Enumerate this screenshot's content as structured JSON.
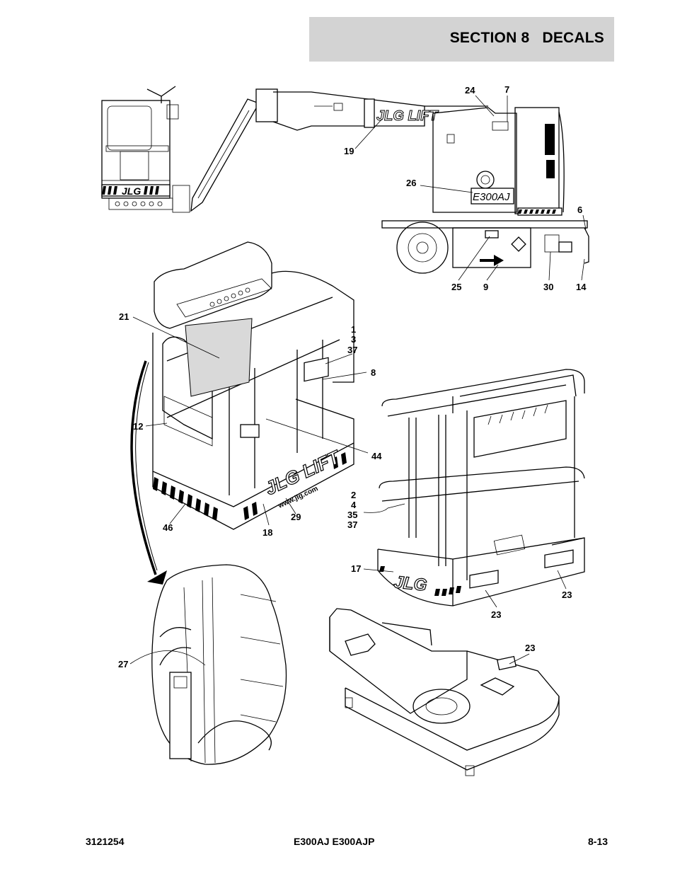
{
  "header": {
    "title": "SECTION 8   DECALS"
  },
  "brand": {
    "logo_text": "JLG LIFT",
    "logo_short": "JLG",
    "model_decal": "E300AJ",
    "web": "www.jlg.com"
  },
  "callouts": {
    "c24": "24",
    "c7": "7",
    "c19": "19",
    "c26": "26",
    "c6": "6",
    "c25": "25",
    "c9": "9",
    "c30": "30",
    "c14": "14",
    "c21": "21",
    "c1": "1",
    "c3": "3",
    "c37a": "37",
    "c8": "8",
    "c12": "12",
    "c44": "44",
    "c46": "46",
    "c18": "18",
    "c29": "29",
    "c2": "2",
    "c4": "4",
    "c35": "35",
    "c37b": "37",
    "c17": "17",
    "c23a": "23",
    "c23b": "23",
    "c27": "27",
    "c23c": "23"
  },
  "footer": {
    "left": "3121254",
    "center": "E300AJ E300AJP",
    "right": "8-13"
  },
  "colors": {
    "header_band": "#d3d3d3",
    "ink": "#000000"
  }
}
